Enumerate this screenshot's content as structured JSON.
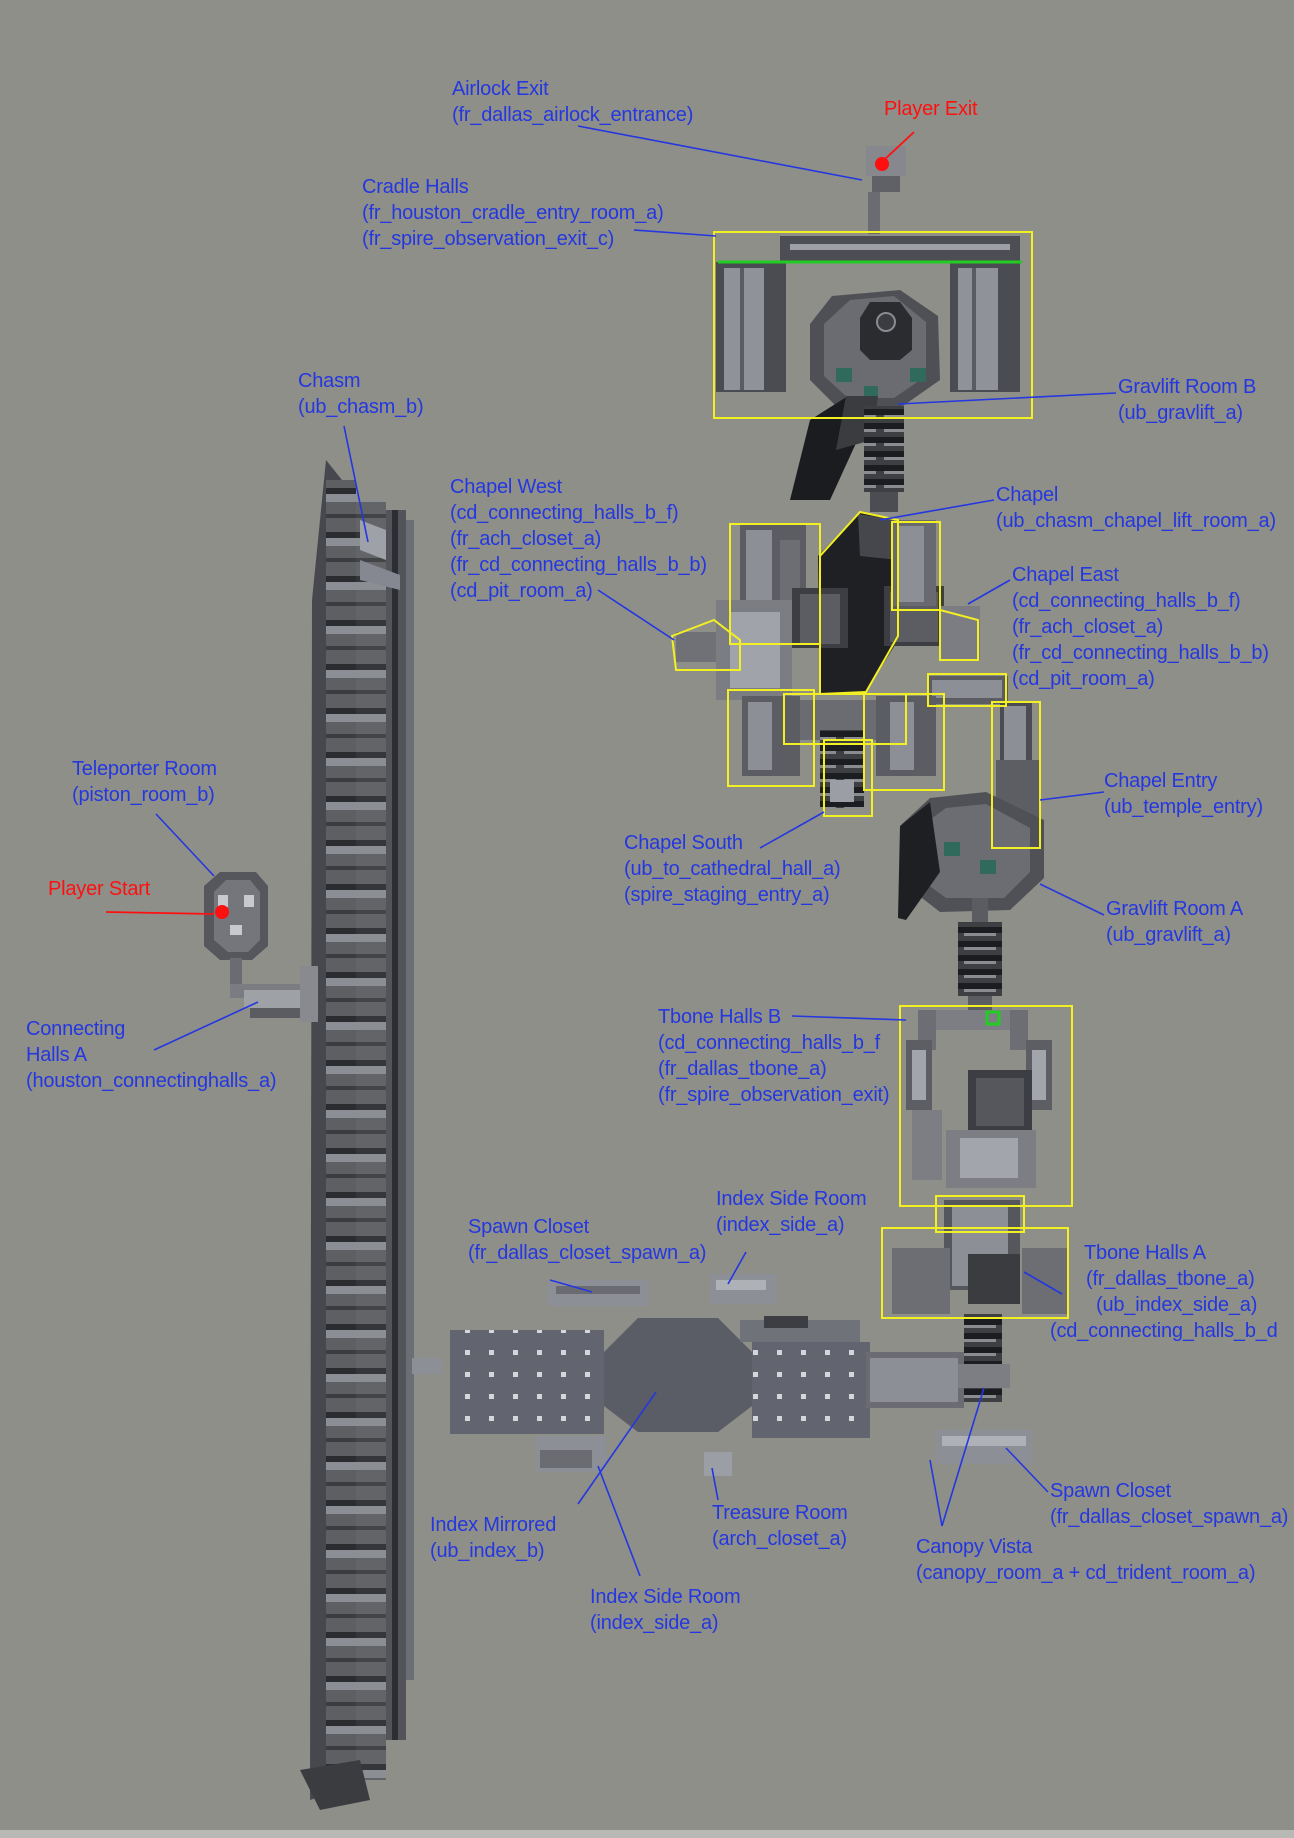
{
  "colors": {
    "background": "#8e8f89",
    "label": "#2437e0",
    "marker": "#ff1010",
    "outline": "#f2ef22",
    "leader": "#2437e0",
    "path": "#22cc22"
  },
  "labels": {
    "airlock_exit": [
      "Airlock Exit",
      "(fr_dallas_airlock_entrance)"
    ],
    "player_exit": [
      "Player Exit"
    ],
    "cradle_halls": [
      "Cradle Halls",
      "(fr_houston_cradle_entry_room_a)",
      "(fr_spire_observation_exit_c)"
    ],
    "chasm": [
      "Chasm",
      "(ub_chasm_b)"
    ],
    "gravlift_b": [
      "Gravlift Room B",
      "(ub_gravlift_a)"
    ],
    "chapel_west": [
      "Chapel West",
      "(cd_connecting_halls_b_f)",
      "(fr_ach_closet_a)",
      "(fr_cd_connecting_halls_b_b)",
      "(cd_pit_room_a)"
    ],
    "chapel": [
      "Chapel",
      "(ub_chasm_chapel_lift_room_a)"
    ],
    "chapel_east": [
      "Chapel East",
      "(cd_connecting_halls_b_f)",
      "(fr_ach_closet_a)",
      "(fr_cd_connecting_halls_b_b)",
      "(cd_pit_room_a)"
    ],
    "teleporter_room": [
      "Teleporter Room",
      "(piston_room_b)"
    ],
    "chapel_entry": [
      "Chapel Entry",
      "(ub_temple_entry)"
    ],
    "chapel_south": [
      "Chapel South",
      "(ub_to_cathedral_hall_a)",
      "(spire_staging_entry_a)"
    ],
    "player_start": [
      "Player Start"
    ],
    "gravlift_a": [
      "Gravlift Room A",
      "(ub_gravlift_a)"
    ],
    "connecting_halls_a": [
      "Connecting",
      "Halls A",
      "(houston_connectinghalls_a)"
    ],
    "tbone_halls_b": [
      "Tbone Halls B",
      "(cd_connecting_halls_b_f",
      "(fr_dallas_tbone_a)",
      "(fr_spire_observation_exit)"
    ],
    "index_side_room_top": [
      "Index Side Room",
      "(index_side_a)"
    ],
    "spawn_closet_top": [
      "Spawn Closet",
      "(fr_dallas_closet_spawn_a)"
    ],
    "tbone_halls_a": [
      "Tbone Halls A",
      "(fr_dallas_tbone_a)",
      "(ub_index_side_a)",
      "(cd_connecting_halls_b_d"
    ],
    "spawn_closet_bottom": [
      "Spawn Closet",
      "(fr_dallas_closet_spawn_a)"
    ],
    "treasure_room": [
      "Treasure Room",
      "(arch_closet_a)"
    ],
    "index_mirrored": [
      "Index Mirrored",
      "(ub_index_b)"
    ],
    "canopy_vista": [
      "Canopy Vista",
      "(canopy_room_a + cd_trident_room_a)"
    ],
    "index_side_room_bottom": [
      "Index Side Room",
      "(index_side_a)"
    ]
  }
}
